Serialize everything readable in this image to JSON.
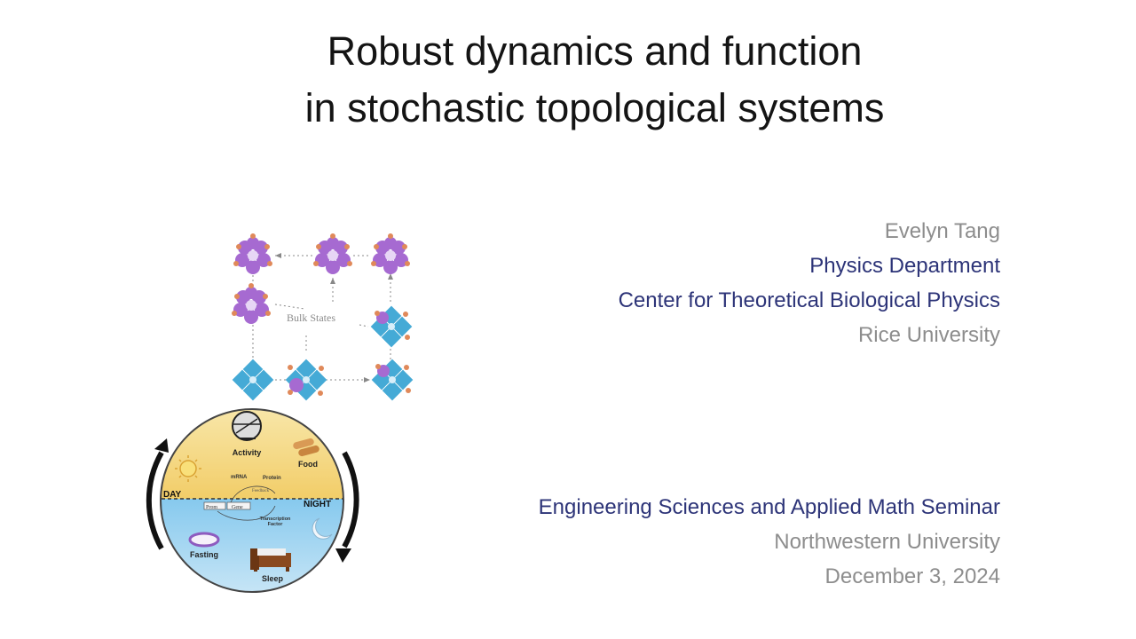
{
  "slide": {
    "title_line1": "Robust dynamics and function",
    "title_line2": "in stochastic topological systems",
    "author": "Evelyn Tang",
    "department": "Physics Department",
    "center": "Center for Theoretical Biological Physics",
    "university": "Rice University",
    "seminar": "Engineering Sciences and Applied Math Seminar",
    "venue": "Northwestern University",
    "date": "December 3, 2024"
  },
  "figures": {
    "network": {
      "label": "Bulk States"
    },
    "circadian": {
      "activity": "Activity",
      "food": "Food",
      "day": "DAY",
      "night": "NIGHT",
      "mrna": "mRNA",
      "protein": "Protein",
      "feedback": "Feedback",
      "prom": "Prom",
      "gene": "Gene",
      "transcription_1": "Transcription",
      "transcription_2": "Factor",
      "fasting": "Fasting",
      "sleep": "Sleep"
    }
  },
  "colors": {
    "title": "#141414",
    "gray_text": "#8d8d8d",
    "navy_text": "#2d3478",
    "purple_protein": "#a66ad1",
    "blue_protein": "#45aad6",
    "orange_dot": "#e0895a",
    "day_sky": "#f4d77c",
    "night_sea": "#7ec3ea"
  }
}
